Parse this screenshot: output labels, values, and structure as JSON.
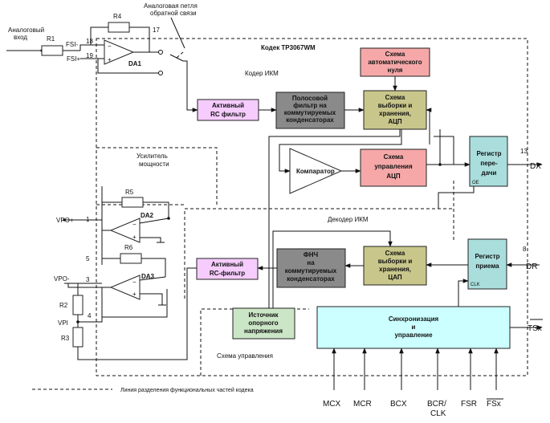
{
  "labels": {
    "analog_input": [
      "Аналоговый",
      "вход"
    ],
    "analog_loop": [
      "Аналоговая петля",
      "обратной связи"
    ],
    "codec_title": "Кодек TP3067WM",
    "coder": "Кодер ИКМ",
    "decoder": "Декодер ИКМ",
    "power_amp": [
      "Усилитель",
      "мощности"
    ],
    "control_scheme": "Схема управления",
    "legend": "Линия разделения функциональных частей кодека"
  },
  "components": {
    "R1": "R1",
    "R4": "R4",
    "R5": "R5",
    "R6": "R6",
    "R2": "R2",
    "R3": "R3",
    "DA1": "DA1",
    "DA2": "DA2",
    "DA3": "DA3"
  },
  "pins": {
    "FSI_minus": "FSI-",
    "FSI_plus": "FSI+",
    "p18": "18",
    "p19": "19",
    "p17": "17",
    "VPO_plus": "VPO+",
    "p1": "1",
    "p5": "5",
    "VPO_minus": "VPO-",
    "p3": "3",
    "p4": "4",
    "VPI": "VPI",
    "p13": "13",
    "p8": "8",
    "DX": "DX",
    "DR": "DR",
    "TSx": "TSx",
    "OE": "OE",
    "CLK": "CLK",
    "plus": "+",
    "minus": "−"
  },
  "bottom_pins": [
    {
      "label": [
        "MCX"
      ]
    },
    {
      "label": [
        "MCR"
      ]
    },
    {
      "label": [
        "BCX"
      ]
    },
    {
      "label": [
        "BCR/",
        "CLK"
      ]
    },
    {
      "label": [
        "FSR"
      ]
    },
    {
      "label": [
        "FSx"
      ]
    }
  ],
  "blocks": {
    "rc_coder": [
      "Активный",
      "RC фильтр"
    ],
    "bandpass": [
      "Полосовой",
      "фильтр на",
      "коммутируемых",
      "конденсаторах"
    ],
    "auto_zero": [
      "Схема",
      "автоматического",
      "нуля"
    ],
    "sh_adc": [
      "Схема",
      "выборки и",
      "хранения,",
      "АЦП"
    ],
    "comparator": "Компаратор",
    "adc_ctrl": [
      "Схема",
      "управления",
      "АЦП"
    ],
    "tx_reg": [
      "Регистр",
      "пере-",
      "дачи"
    ],
    "rx_reg": [
      "Регистр",
      "приема"
    ],
    "sh_dac": [
      "Схема",
      "выборки и",
      "хранения,",
      "ЦАП"
    ],
    "lpf": [
      "ФНЧ",
      "на",
      "коммутируемых",
      "конденсаторах"
    ],
    "rc_decoder": [
      "Активный",
      "RC-фильтр"
    ],
    "vref": [
      "Источник",
      "опорного",
      "напряжения"
    ],
    "sync": [
      "Синхронизация",
      "и",
      "управление"
    ]
  },
  "colors": {
    "codec_fill": "#fdfbcc",
    "filter_pink": "#f6ccff",
    "gray_block": "#8a8a8a",
    "olive_block": "#c8c68a",
    "salmon": "#f6a8a8",
    "teal": "#a9dedd",
    "cyan_sync": "#ccffff",
    "vref_green": "#cbe6c6"
  }
}
